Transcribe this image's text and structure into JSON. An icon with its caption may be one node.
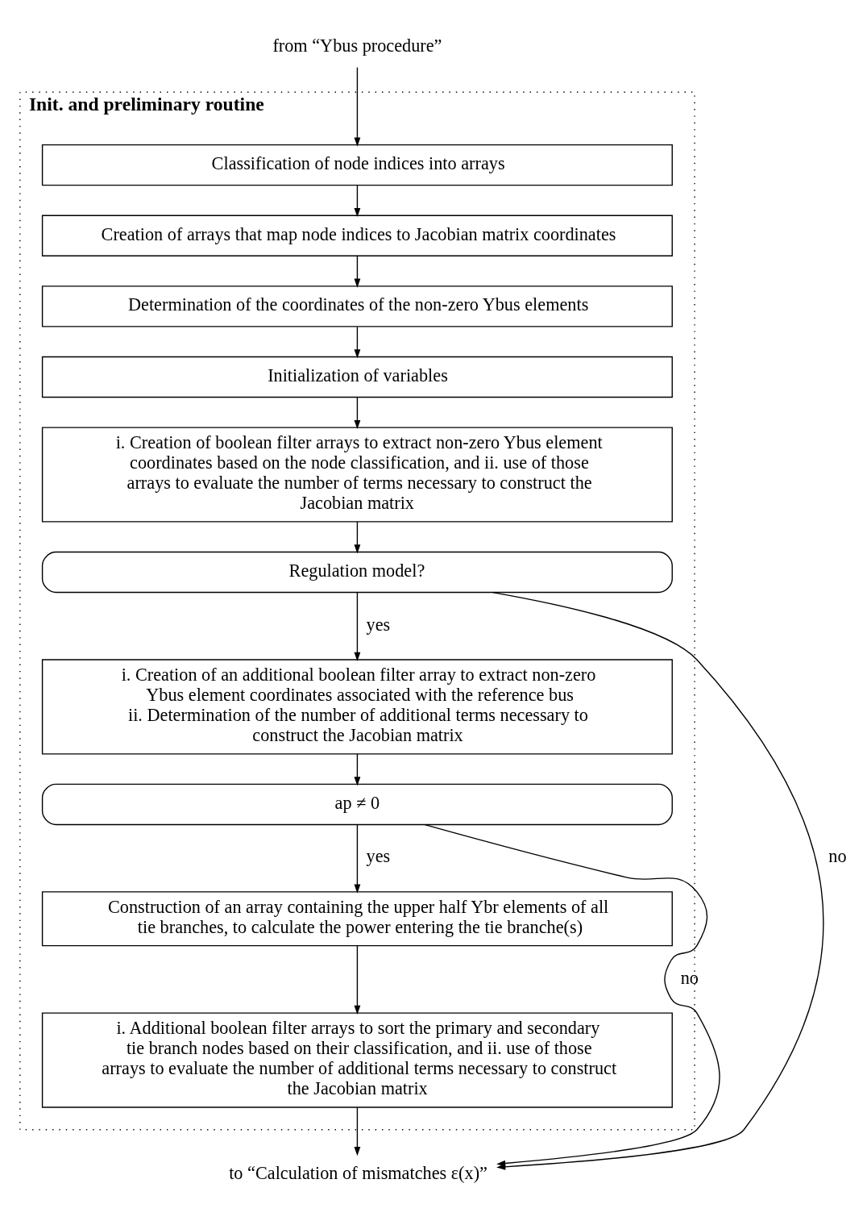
{
  "diagram": {
    "nodes": [
      {
        "text": [
          "Init. and preliminary routine"
        ]
      },
      {
        "text": [
          "from “Ybus procedure”"
        ]
      },
      {
        "text": [
          "Classification of node indices into arrays"
        ],
        "in": 0
      },
      {
        "text": [
          "Creation of arrays that map node indices to Jacobian matrix coordinates"
        ],
        "in": 0
      },
      {
        "text": [
          "Determination of the coordinates of the non-zero Ybus elements"
        ],
        "in": 0
      },
      {
        "text": [
          "Initialization of variables"
        ],
        "in": 0
      },
      {
        "text": [
          "i. Creation of boolean filter arrays to extract non-zero Ybus element coordinates based on the node classification, and ii. use of those arrays to evaluate the number of terms necessary to construct the Jacobian matrix"
        ],
        "in": 0
      },
      {
        "text": [
          "Regulation model?"
        ],
        "in": 0
      },
      {
        "text": [
          "i. Creation of an additional boolean filter array to extract non-zero Ybus element coordinates associated with the reference bus",
          "ii. Determination of the number of additional terms necessary to construct the Jacobian matrix"
        ],
        "in": 0
      },
      {
        "text": [
          "ap ≠ 0"
        ],
        "in": 0
      },
      {
        "text": [
          "Construction of an array containing the upper half Ybr elements of all tie branches, to calculate the power entering the tie branche(s)"
        ],
        "in": 0
      },
      {
        "text": [
          "i. Additional boolean filter arrays to sort the primary and secondary tie branch nodes based on their classification, and ii. use of those arrays to evaluate the number of additional terms necessary to construct the Jacobian matrix"
        ],
        "in": 0
      },
      {
        "text": [
          "to “Calculation of mismatches ε(x)”"
        ]
      }
    ],
    "edges": [
      {
        "from": 1,
        "to": 2,
        "arrow": "to"
      },
      {
        "from": 2,
        "to": 3,
        "arrow": "to"
      },
      {
        "from": 3,
        "to": 4,
        "arrow": "to"
      },
      {
        "from": 4,
        "to": 5,
        "arrow": "to"
      },
      {
        "from": 5,
        "to": 6,
        "arrow": "to"
      },
      {
        "from": 6,
        "to": 7,
        "arrow": "to"
      },
      {
        "from": 7,
        "to": 8,
        "arrow": "to",
        "label": "yes"
      },
      {
        "from": 8,
        "to": 9,
        "arrow": "to"
      },
      {
        "from": 9,
        "to": 10,
        "arrow": "to",
        "label": "yes"
      },
      {
        "from": 10,
        "to": 11,
        "arrow": "to"
      },
      {
        "from": 11,
        "to": 12,
        "arrow": "to"
      },
      {
        "from": 7,
        "to": 12,
        "arrow": "to",
        "label": "no"
      },
      {
        "from": 9,
        "to": 12,
        "arrow": "to",
        "label": "no"
      }
    ]
  }
}
